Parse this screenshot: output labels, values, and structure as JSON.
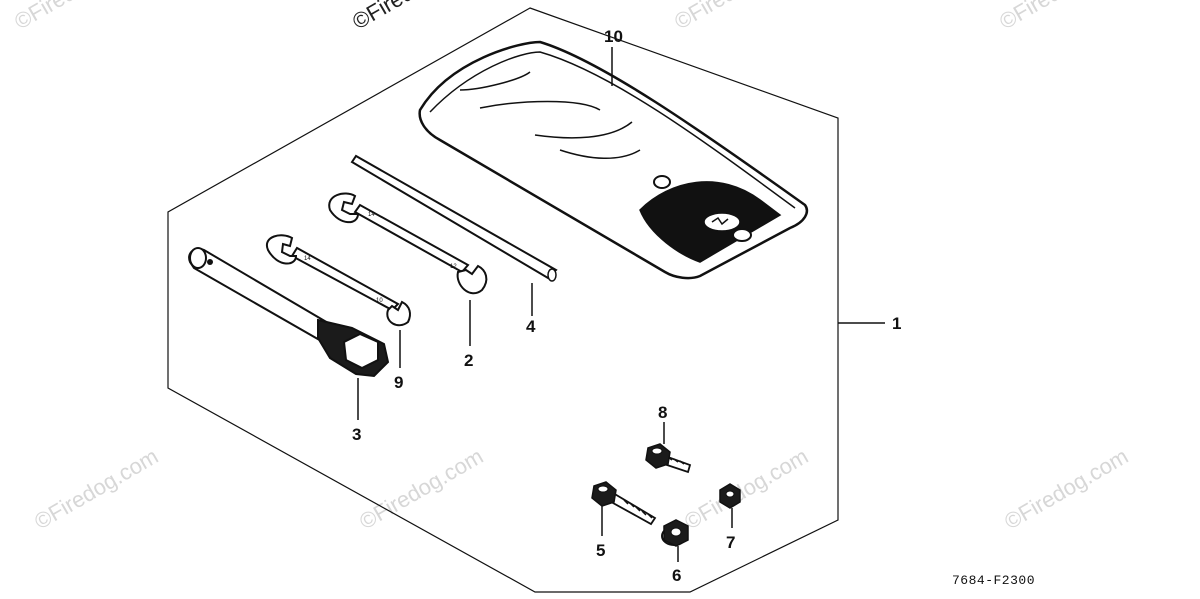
{
  "diagram": {
    "callouts": [
      {
        "id": "1",
        "label": "1"
      },
      {
        "id": "2",
        "label": "2"
      },
      {
        "id": "3",
        "label": "3"
      },
      {
        "id": "4",
        "label": "4"
      },
      {
        "id": "5",
        "label": "5"
      },
      {
        "id": "6",
        "label": "6"
      },
      {
        "id": "7",
        "label": "7"
      },
      {
        "id": "8",
        "label": "8"
      },
      {
        "id": "9",
        "label": "9"
      },
      {
        "id": "10",
        "label": "10"
      }
    ],
    "figure_code": "7684-F2300"
  },
  "watermark": {
    "text": "©Firedog.com"
  }
}
